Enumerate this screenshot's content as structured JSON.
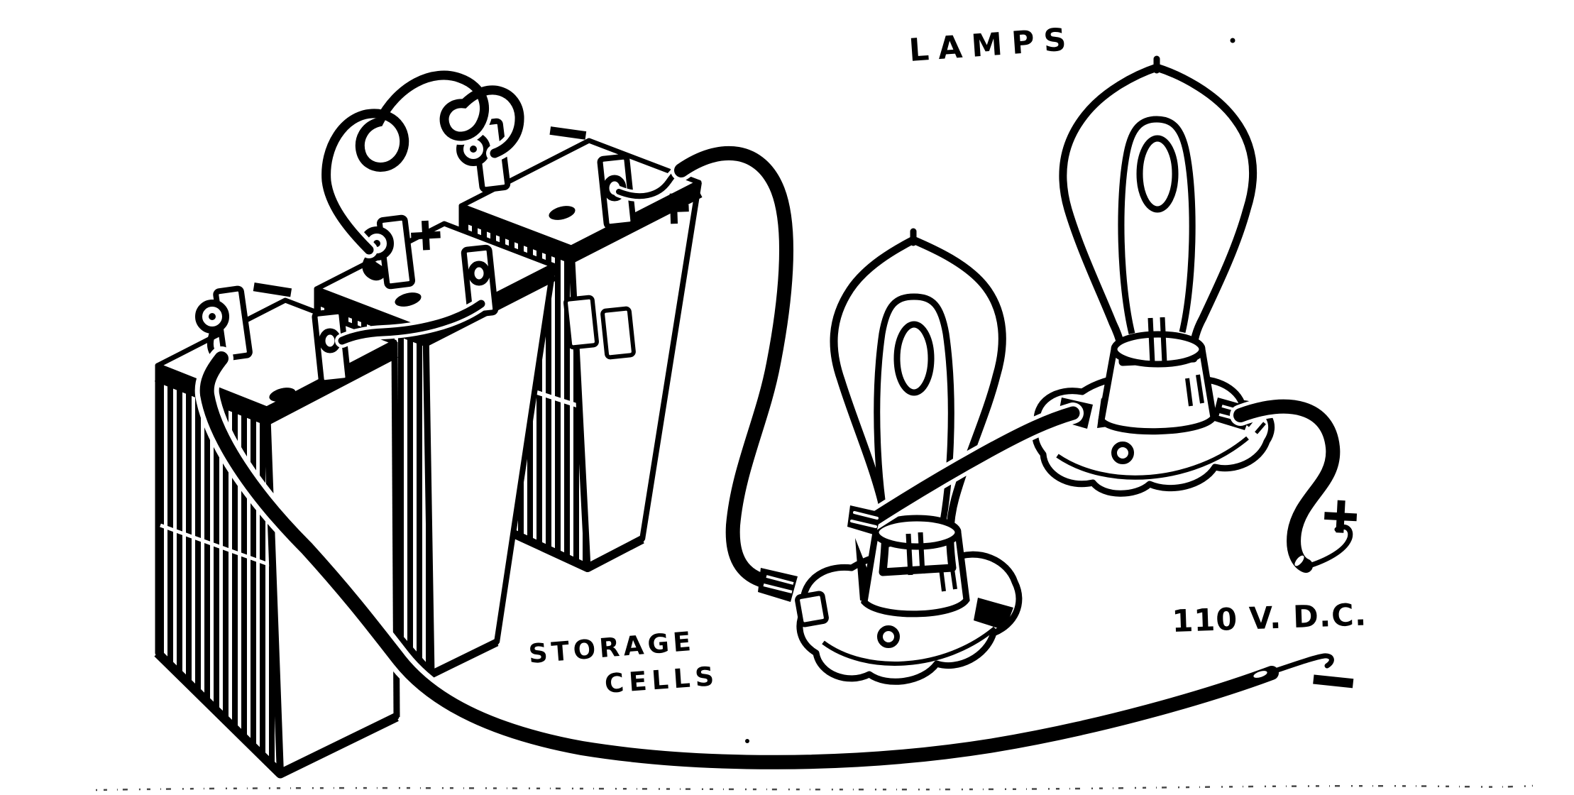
{
  "figure": {
    "labels": {
      "lamps": "LAMPS",
      "storage_cells_line1": "STORAGE",
      "storage_cells_line2": "CELLS",
      "source_rating": "110 V. D.C."
    },
    "symbols": {
      "plus": "+",
      "minus": "−"
    },
    "polarity_marks": {
      "cell_left_post": "minus",
      "cell_middle_post": "plus",
      "cell_right_left_post": "minus",
      "cell_right_right_post": "plus",
      "source_positive_lead": "plus",
      "source_negative_lead": "minus"
    },
    "components": {
      "storage_cells_count": 3,
      "lamps_count": 2
    },
    "colors": {
      "ink": "#000000",
      "paper": "#ffffff"
    }
  }
}
